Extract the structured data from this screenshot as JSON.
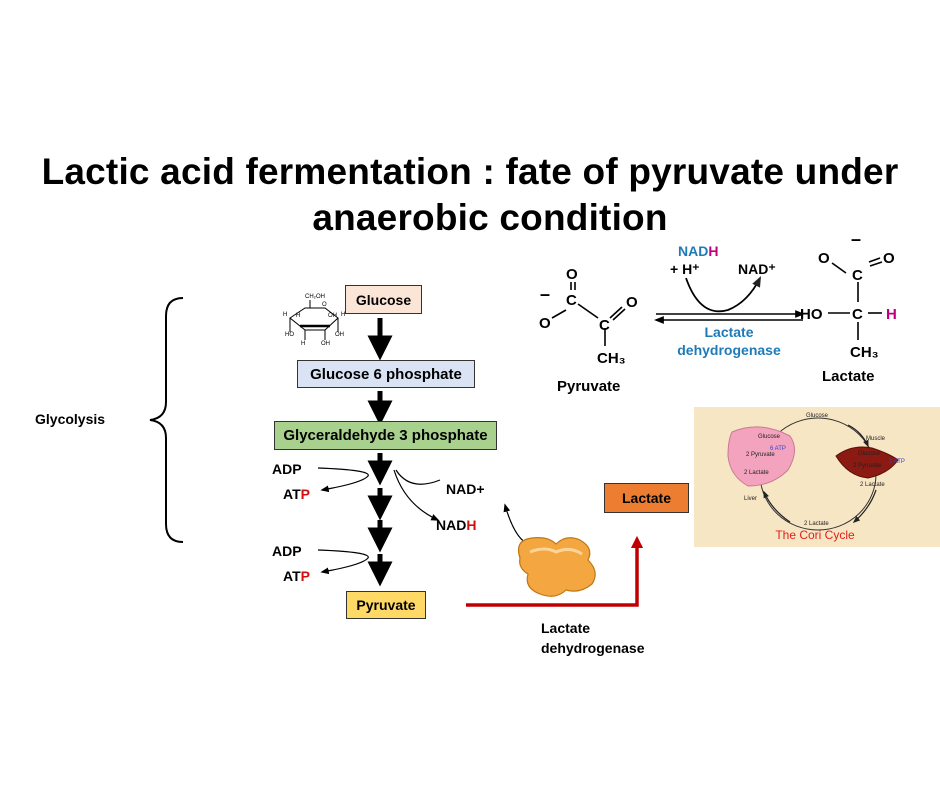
{
  "title": {
    "line1": "Lactic acid fermentation : fate of pyruvate under",
    "line2": "anaerobic condition"
  },
  "glycolysis_label": "Glycolysis",
  "boxes": {
    "glucose": "Glucose",
    "glucose6p": "Glucose  6 phosphate",
    "g3p": "Glyceraldehyde 3 phosphate",
    "pyruvate": "Pyruvate",
    "lactate": "Lactate"
  },
  "side_labels": {
    "adp1": "ADP",
    "atp1_prefix": "AT",
    "atp1_suffix": "P",
    "adp2": "ADP",
    "atp2_prefix": "AT",
    "atp2_suffix": "P",
    "nad_plus": "NAD+",
    "nadh_prefix": "NAD",
    "nadh_suffix": "H"
  },
  "enzyme_label": {
    "line1": "Lactate",
    "line2": "dehydrogenase"
  },
  "reaction": {
    "nadh_prefix": "NAD",
    "nadh_suffix": "H",
    "plus_h": "+  H⁺",
    "nad_plus": "NAD⁺",
    "enzyme_line1": "Lactate",
    "enzyme_line2": "dehydrogenase",
    "pyruvate": "Pyruvate",
    "lactate": "Lactate",
    "ch3": "CH₃",
    "ho": "HO",
    "h": "H",
    "minus": "–"
  },
  "glucose_ring": {
    "ch2oh": "CH₂OH"
  },
  "cori": {
    "title": "The Cori Cycle",
    "glucose_top": "Glucose",
    "muscle": "Muscle",
    "liver": "Liver",
    "liver_glucose": "Glucose",
    "liver_atp": "6 ATP",
    "liver_pyruvate": "2 Pyruvate",
    "liver_lactate": "2 Lactate",
    "muscle_glucose": "Glucose",
    "muscle_pyruvate": "2 Pyruvate",
    "muscle_atp": "2 ATP",
    "muscle_lactate": "2 Lactate",
    "bottom_lactate": "2 Lactate"
  },
  "colors": {
    "glucose_box": "#fbe5d6",
    "g6p_box": "#dae3f3",
    "g3p_box": "#a9d18e",
    "pyruvate_box": "#ffd966",
    "lactate_box": "#ed7d31",
    "red_arrow": "#c00000",
    "enzyme_blue": "#1f7ab8",
    "magenta": "#c0007a",
    "cori_bg": "#f7e6c4",
    "cori_title": "#e0201c"
  }
}
